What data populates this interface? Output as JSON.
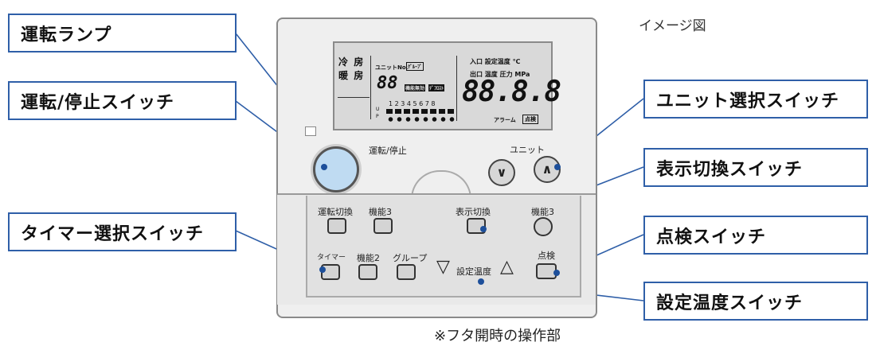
{
  "callouts": {
    "lamp": "運転ランプ",
    "run_stop": "運転/停止スイッチ",
    "unit_select": "ユニット選択スイッチ",
    "display_switch": "表示切換スイッチ",
    "timer_select": "タイマー選択スイッチ",
    "inspection": "点検スイッチ",
    "temp_setting": "設定温度スイッチ"
  },
  "image_note": "イメージ図",
  "footer_note": "※フタ開時の操作部",
  "device": {
    "run_stop_label": "運転/停止",
    "unit_label": "ユニット",
    "lcd": {
      "cool": "冷 房",
      "heat": "暖 房",
      "unit_no": "ユニットNo.",
      "unit_no_badge": "ｸﾞﾙｰﾌﾟ",
      "unit_no_digits": "88",
      "badge_a": "機能無効",
      "badge_b": "ﾃﾞﾌﾛｽﾄ",
      "indoor_header": "入口 設定温度 ℃",
      "outlet_header": "出口 温度 圧力 MPa",
      "big_digits": "88.8.8",
      "scale": "1 2 3 4 5 6 7 8",
      "side_u": "U",
      "side_p": "P",
      "alarm": "アラーム",
      "alarm_badge": "点検"
    },
    "buttons": {
      "mode_switch": "運転切換",
      "func3_left": "機能3",
      "display_switch": "表示切換",
      "func3_right": "機能3",
      "timer": "タイマー",
      "func2": "機能2",
      "group": "グループ",
      "temp_setting": "設定温度",
      "inspection": "点検"
    }
  },
  "colors": {
    "callout_border": "#2f5fa8",
    "leader_line": "#2f5fa8",
    "run_button": "#bfdbf2"
  }
}
